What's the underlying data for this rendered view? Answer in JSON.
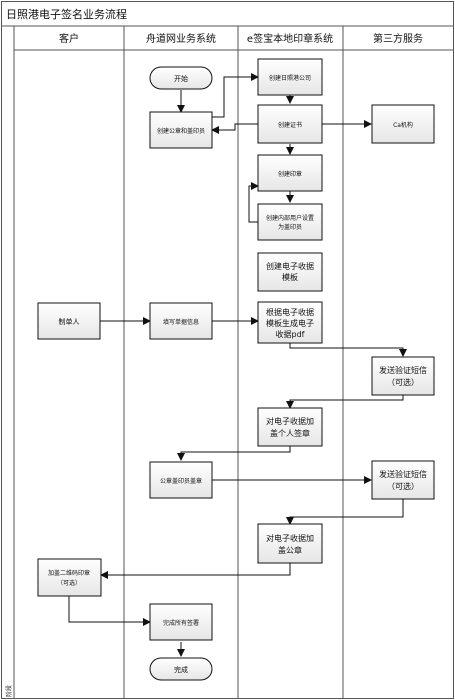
{
  "title": "日照港电子签名业务流程",
  "side_label": "阶段",
  "lanes": [
    "客户",
    "舟道网业务系统",
    "e签宝本地印章系统",
    "第三方服务"
  ],
  "nodes": {
    "start": "开始",
    "create_company_seal_user": "创建公章和盖印员",
    "fill_bill": "填写单据信息",
    "company_seal_by_sealer": "公章盖印员盖章",
    "complete_all_signing": "完成所有签署",
    "end": "完成",
    "create_rizhao_company": "创建日照港公司",
    "create_certificate": "创建证书",
    "create_seal": "创建印章",
    "create_internal_user_set_sealer": [
      "创建内部用户设置",
      "为盖印员"
    ],
    "create_receipt_template": [
      "创建电子收据",
      "模板"
    ],
    "generate_receipt_pdf": [
      "根据电子收据",
      "模板生成电子",
      "收据pdf"
    ],
    "add_personal_signature": [
      "对电子收据加",
      "盖个人签章"
    ],
    "add_company_seal": [
      "对电子收据加",
      "盖公章"
    ],
    "biller": "制单人",
    "add_qr_seal": [
      "加盖二维码印章",
      "（可选）"
    ],
    "ca_authority": "Ca机构",
    "send_sms_code_1": [
      "发送验证短信",
      "（可选）"
    ],
    "send_sms_code_2": [
      "发送验证短信",
      "（可选）"
    ]
  }
}
